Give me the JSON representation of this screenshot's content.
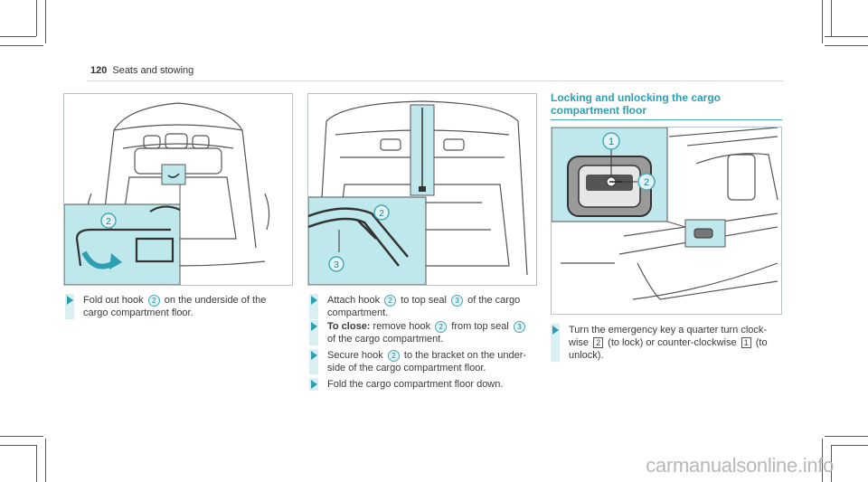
{
  "header": {
    "page_number": "120",
    "section": "Seats and stowing"
  },
  "column1": {
    "steps": [
      {
        "before": "Fold out hook",
        "badge": "2",
        "after": "on the underside of the cargo compartment floor."
      }
    ],
    "figure_callouts": [
      "2"
    ]
  },
  "column2": {
    "steps": [
      {
        "before": "Attach hook",
        "badge1": "2",
        "mid": "to top seal",
        "badge2": "3",
        "after": "of the cargo compartment."
      },
      {
        "bold": "To close:",
        "before": "remove hook",
        "badge1": "2",
        "mid": "from top seal",
        "badge2": "3",
        "after": "of the cargo compartment."
      },
      {
        "before": "Secure hook",
        "badge1": "2",
        "after": "to the bracket on the under-side of the cargo compartment floor."
      },
      {
        "text": "Fold the cargo compartment floor down."
      }
    ],
    "figure_callouts": [
      "2",
      "3"
    ]
  },
  "column3": {
    "title": "Locking and unlocking the cargo compartment floor",
    "steps": [
      {
        "before": "Turn the emergency key a quarter turn clock-wise",
        "key1": "2",
        "mid": "(to lock) or counter-clockwise",
        "key2": "1",
        "after": "(to unlock)."
      }
    ],
    "figure_callouts": [
      "1",
      "2"
    ]
  },
  "watermark": "carmanualsonline.info",
  "colors": {
    "accent": "#2f9fb0",
    "highlight": "#bfe8ec",
    "line": "#555555"
  }
}
